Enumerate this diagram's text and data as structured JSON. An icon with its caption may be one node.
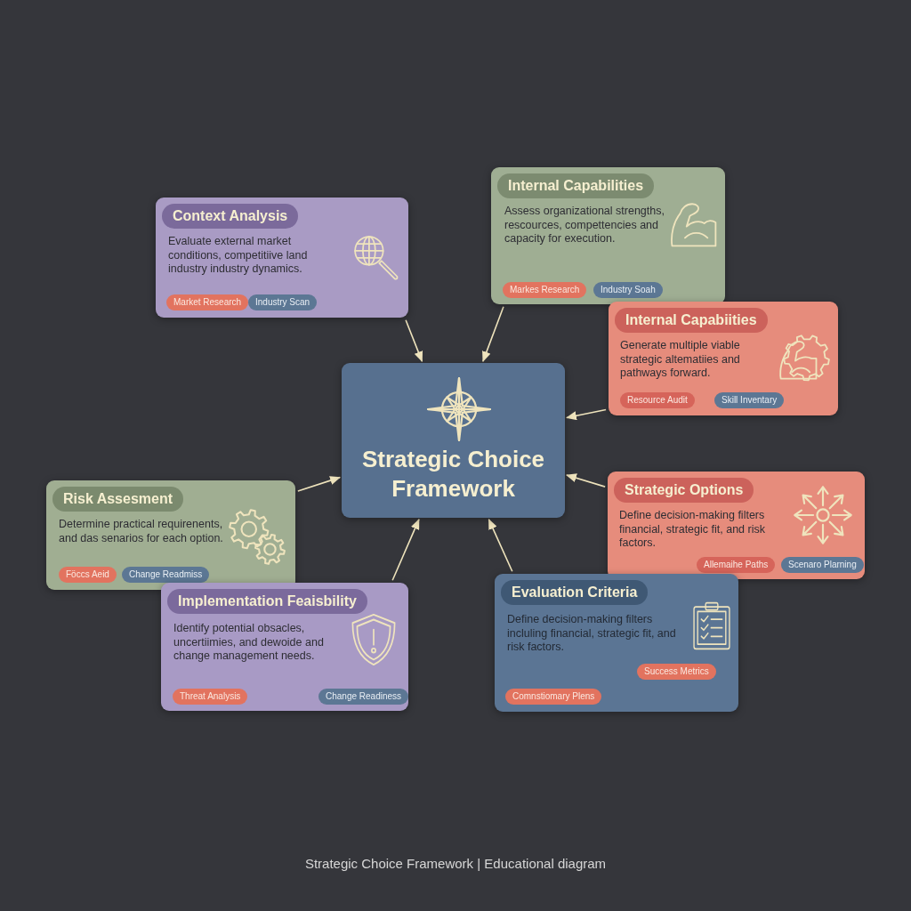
{
  "diagram": {
    "caption": "Strategic Choice Framework | Educational diagram",
    "nodes": [
      {
        "text": [
          "Strategic Choice Framework"
        ]
      },
      {
        "text": [
          "Context Analysis",
          "Evaluate external market conditions, competitiive land industry industry dynamics.",
          "Market Research",
          "Industry Scan"
        ]
      },
      {
        "text": [
          "Internal Capabilities",
          "Assess organizational strengths, rescources, compettencies and capacity for execution.",
          "Markes Research",
          "Industry Soah"
        ]
      },
      {
        "text": [
          "Internal Capabiities",
          "Generate multiple viable strategic altematiies and pathways forward.",
          "Resource Audit",
          "Skill Inventary"
        ]
      },
      {
        "text": [
          "Strategic Options",
          "Define decision-making filters financial, strategic fit, and risk factors.",
          "Allemaihe Paths",
          "Scenaro Plarning"
        ]
      },
      {
        "text": [
          "Risk Assesment",
          "Determine practical requirenents, and das senarios for each option.",
          "Föccs Aeid",
          "Change Readmiss"
        ]
      },
      {
        "text": [
          "Implementation Feaisbility",
          "Identify potential obsacles, uncertiimies, and dewoide and change management needs.",
          "Threat Analysis",
          "Change Readiness"
        ]
      },
      {
        "text": [
          "Evaluation Criteria",
          "Define decision-making filters incluling financial, strategic fit, and risk factors.",
          "Success Metrics",
          "Comnstiomary Plens"
        ]
      }
    ],
    "edges": [
      {
        "from": 1,
        "to": 0,
        "arrow": "to"
      },
      {
        "from": 2,
        "to": 0,
        "arrow": "to"
      },
      {
        "from": 3,
        "to": 0,
        "arrow": "to"
      },
      {
        "from": 4,
        "to": 0,
        "arrow": "to"
      },
      {
        "from": 5,
        "to": 0,
        "arrow": "to"
      },
      {
        "from": 6,
        "to": 0,
        "arrow": "to"
      },
      {
        "from": 7,
        "to": 0,
        "arrow": "to"
      }
    ]
  }
}
